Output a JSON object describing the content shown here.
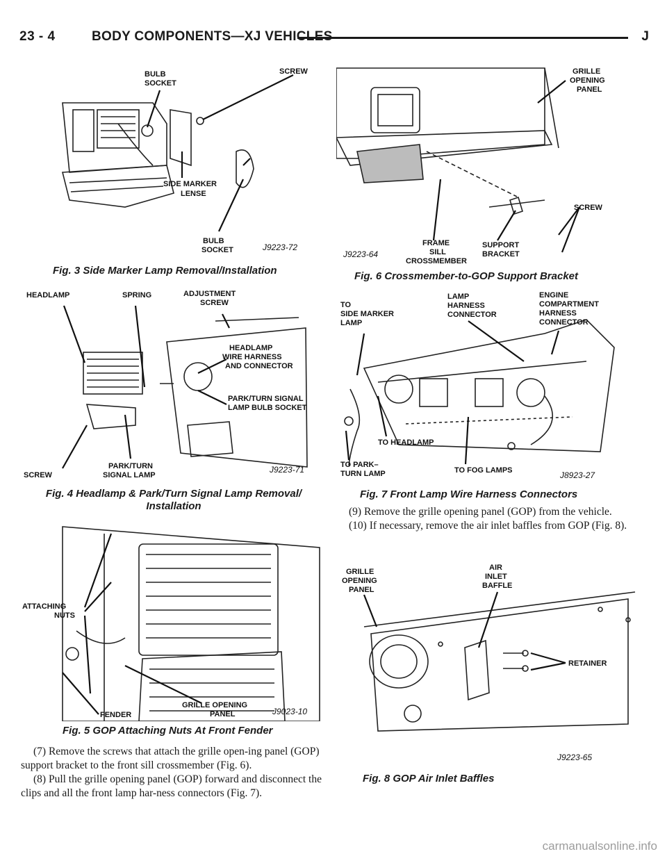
{
  "header": {
    "page_number": "23 - 4",
    "title": "BODY COMPONENTS—XJ VEHICLES",
    "right_mark": "J"
  },
  "fig3": {
    "caption": "Fig. 3 Side Marker Lamp Removal/Installation",
    "labels": [
      "BULB",
      "SOCKET",
      "SCREW",
      "SIDE MARKER",
      "LENSE",
      "BULB",
      "SOCKET"
    ],
    "code": "J9223-72"
  },
  "fig4": {
    "caption_line1": "Fig. 4 Headlamp & Park/Turn Signal Lamp Removal/",
    "caption_line2": "Installation",
    "labels": [
      "HEADLAMP",
      "SPRING",
      "ADJUSTMENT",
      "SCREW",
      "HEADLAMP",
      "WIRE HARNESS",
      "AND CONNECTOR",
      "PARK/TURN SIGNAL",
      "LAMP BULB SOCKET",
      "SCREW",
      "PARK/TURN",
      "SIGNAL LAMP"
    ],
    "code": "J9223-71"
  },
  "fig5": {
    "caption": "Fig. 5 GOP Attaching Nuts At Front Fender",
    "labels": [
      "ATTACHING",
      "NUTS",
      "FENDER",
      "GRILLE OPENING",
      "PANEL"
    ],
    "code": "J9023-10"
  },
  "fig6": {
    "caption": "Fig. 6 Crossmember-to-GOP Support Bracket",
    "labels": [
      "GRILLE",
      "OPENING",
      "PANEL",
      "SCREW",
      "FRAME",
      "SILL",
      "CROSSMEMBER",
      "SUPPORT",
      "BRACKET"
    ],
    "code": "J9223-64"
  },
  "fig7": {
    "caption": "Fig. 7 Front Lamp Wire Harness Connectors",
    "labels": [
      "TO",
      "SIDE MARKER",
      "LAMP",
      "LAMP",
      "HARNESS",
      "CONNECTOR",
      "ENGINE",
      "COMPARTMENT",
      "HARNESS",
      "CONNECTOR",
      "TO HEADLAMP",
      "TO PARK–",
      "TURN LAMP",
      "TO FOG LAMPS"
    ],
    "code": "J8923-27"
  },
  "fig8": {
    "caption": "Fig. 8 GOP Air Inlet Baffles",
    "labels": [
      "GRILLE",
      "OPENING",
      "PANEL",
      "AIR",
      "INLET",
      "BAFFLE",
      "RETAINER"
    ],
    "code": "J9223-65"
  },
  "text": {
    "p7": "(7) Remove the screws that attach the grille open-ing panel (GOP) support bracket to the front sill crossmember (Fig. 6).",
    "p8": "(8) Pull the grille opening panel (GOP) forward and disconnect the clips and all the front lamp har-ness connectors (Fig. 7).",
    "p9": "(9) Remove the grille opening panel (GOP) from the vehicle.",
    "p10": "(10) If necessary, remove the air inlet baffles from GOP (Fig. 8)."
  },
  "watermark": "carmanualsonline.info"
}
